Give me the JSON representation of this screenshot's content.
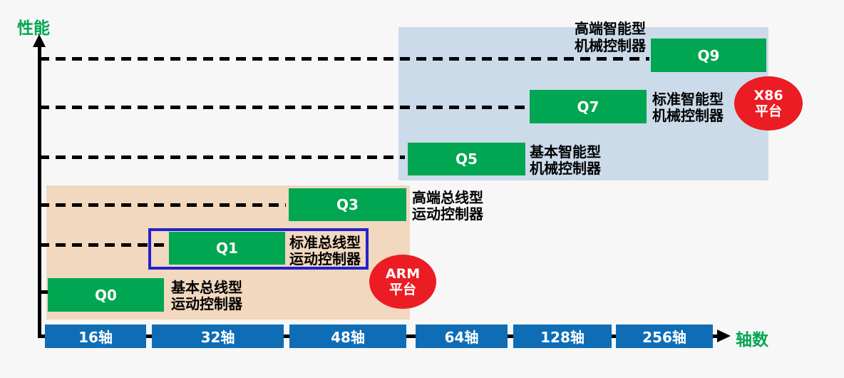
{
  "axes": {
    "y_label": "性能",
    "x_label": "轴数",
    "x_segments": [
      "16轴",
      "32轴",
      "48轴",
      "64轴",
      "128轴",
      "256轴"
    ]
  },
  "platforms": [
    {
      "id": "arm",
      "circle_line1": "ARM",
      "circle_line2": "平台",
      "covers_segments": "16轴-48轴",
      "region_color": "#f2d8bf"
    },
    {
      "id": "x86",
      "circle_line1": "X86",
      "circle_line2": "平台",
      "covers_segments": "64轴-256轴",
      "region_color": "#ccdbe9"
    }
  ],
  "products": [
    {
      "label": "Q0",
      "desc_line1": "基本总线型",
      "desc_line2": "运动控制器",
      "platform": "ARM",
      "axis_segment": "16轴",
      "performance_level": 1,
      "highlighted": false
    },
    {
      "label": "Q1",
      "desc_line1": "标准总线型",
      "desc_line2": "运动控制器",
      "platform": "ARM",
      "axis_segment": "32轴",
      "performance_level": 2,
      "highlighted": true
    },
    {
      "label": "Q3",
      "desc_line1": "高端总线型",
      "desc_line2": "运动控制器",
      "platform": "ARM",
      "axis_segment": "48轴",
      "performance_level": 3,
      "highlighted": false
    },
    {
      "label": "Q5",
      "desc_line1": "基本智能型",
      "desc_line2": "机械控制器",
      "platform": "X86",
      "axis_segment": "64轴",
      "performance_level": 4,
      "highlighted": false
    },
    {
      "label": "Q7",
      "desc_line1": "标准智能型",
      "desc_line2": "机械控制器",
      "platform": "X86",
      "axis_segment": "128轴",
      "performance_level": 5,
      "highlighted": false
    },
    {
      "label": "Q9",
      "desc_line1": "高端智能型",
      "desc_line2": "机械控制器",
      "platform": "X86",
      "axis_segment": "256轴",
      "performance_level": 6,
      "highlighted": false
    }
  ],
  "colors": {
    "bar_green": "#00a651",
    "axis_label_green": "#00a651",
    "segment_blue": "#0f6db6",
    "arm_region_tan": "#f2d8bf",
    "x86_region_blue": "#ccdbe9",
    "platform_circle_red": "#eb1c23",
    "highlight_border_blue": "#2222cc",
    "dashed_line_black": "#000000"
  }
}
